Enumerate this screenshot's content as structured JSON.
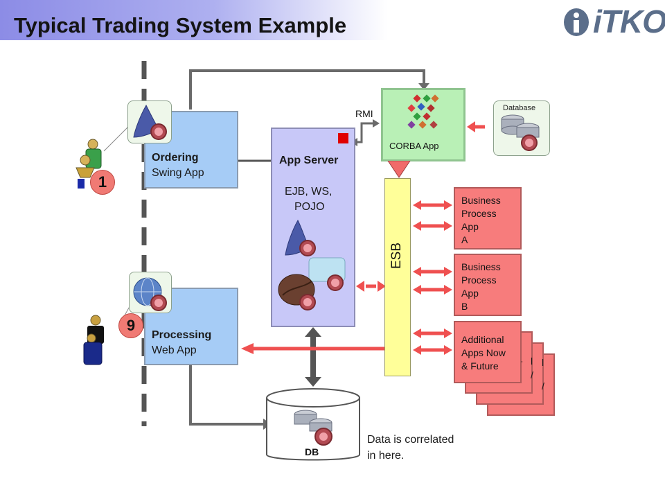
{
  "header": {
    "title": "Typical Trading System Example",
    "logo_text": "iTKO"
  },
  "nodes": {
    "ordering": {
      "title": "Ordering",
      "subtitle": "Swing App"
    },
    "processing": {
      "title": "Processing",
      "subtitle": "Web App"
    },
    "app_server": {
      "title": "App Server",
      "line1": "EJB, WS,",
      "line2": "POJO"
    },
    "corba": {
      "label": "CORBA App"
    },
    "database": {
      "label": "Database"
    },
    "esb": {
      "label": "ESB"
    },
    "db": {
      "label": "DB"
    },
    "bpa": [
      "Business",
      "Process",
      "App",
      "A"
    ],
    "bpb": [
      "Business",
      "Process",
      "App",
      "B"
    ],
    "additional": [
      "Additional",
      "Apps Now",
      "& Future"
    ],
    "stack_fragments": [
      "l",
      "/",
      "l",
      "/",
      "l",
      "/"
    ]
  },
  "labels": {
    "rmi": "RMI",
    "note_line1": "Data is correlated",
    "note_line2": "in here."
  },
  "badges": {
    "one": "1",
    "nine": "9"
  },
  "colors": {
    "accent_red": "#e84c4c",
    "esb": "#ffff99",
    "app_server": "#c8c8f8",
    "swing": "#a6ccf6"
  }
}
